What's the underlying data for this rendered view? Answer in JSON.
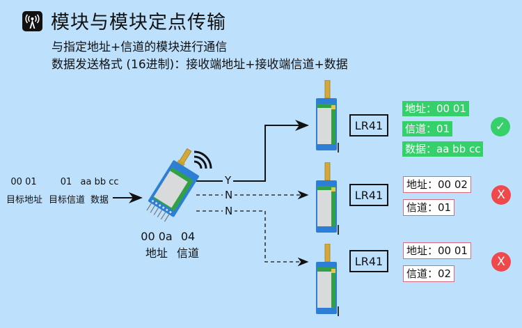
{
  "header": {
    "icon": "antenna-signal-icon",
    "title": "模块与模块定点传输",
    "subtitle1": "与指定地址+信道的模块进行通信",
    "subtitle2": "数据发送格式 (16进制)：接收端地址+接收端信道+数据"
  },
  "input": {
    "addr_value": "00 01",
    "addr_label": "目标地址",
    "channel_value": "01",
    "channel_label": "目标信道",
    "data_value": "aa bb cc",
    "data_label": "数据"
  },
  "sender": {
    "icon": "lora-module-icon",
    "addr_value": "00 0a",
    "addr_label": "地址",
    "channel_value": "04",
    "channel_label": "信道"
  },
  "routes": [
    {
      "label": "Y",
      "style": "solid"
    },
    {
      "label": "N",
      "style": "dashed"
    },
    {
      "label": "N",
      "style": "dashed"
    }
  ],
  "receivers": [
    {
      "model": "LR41",
      "result": "ok",
      "result_icon": "check-icon",
      "result_glyph": "✓",
      "tags": [
        "地址：00 01",
        "信道：01",
        "数据：aa bb cc"
      ]
    },
    {
      "model": "LR41",
      "result": "fail",
      "result_icon": "x-icon",
      "result_glyph": "X",
      "tags": [
        "地址：00 02",
        "信道：01"
      ]
    },
    {
      "model": "LR41",
      "result": "fail",
      "result_icon": "x-icon",
      "result_glyph": "X",
      "tags": [
        "地址：00 01",
        "信道：02"
      ]
    }
  ],
  "colors": {
    "background": "#bde0fd",
    "success": "#35d06a",
    "failure": "#f0494c",
    "fail_border": "#d9687a"
  }
}
